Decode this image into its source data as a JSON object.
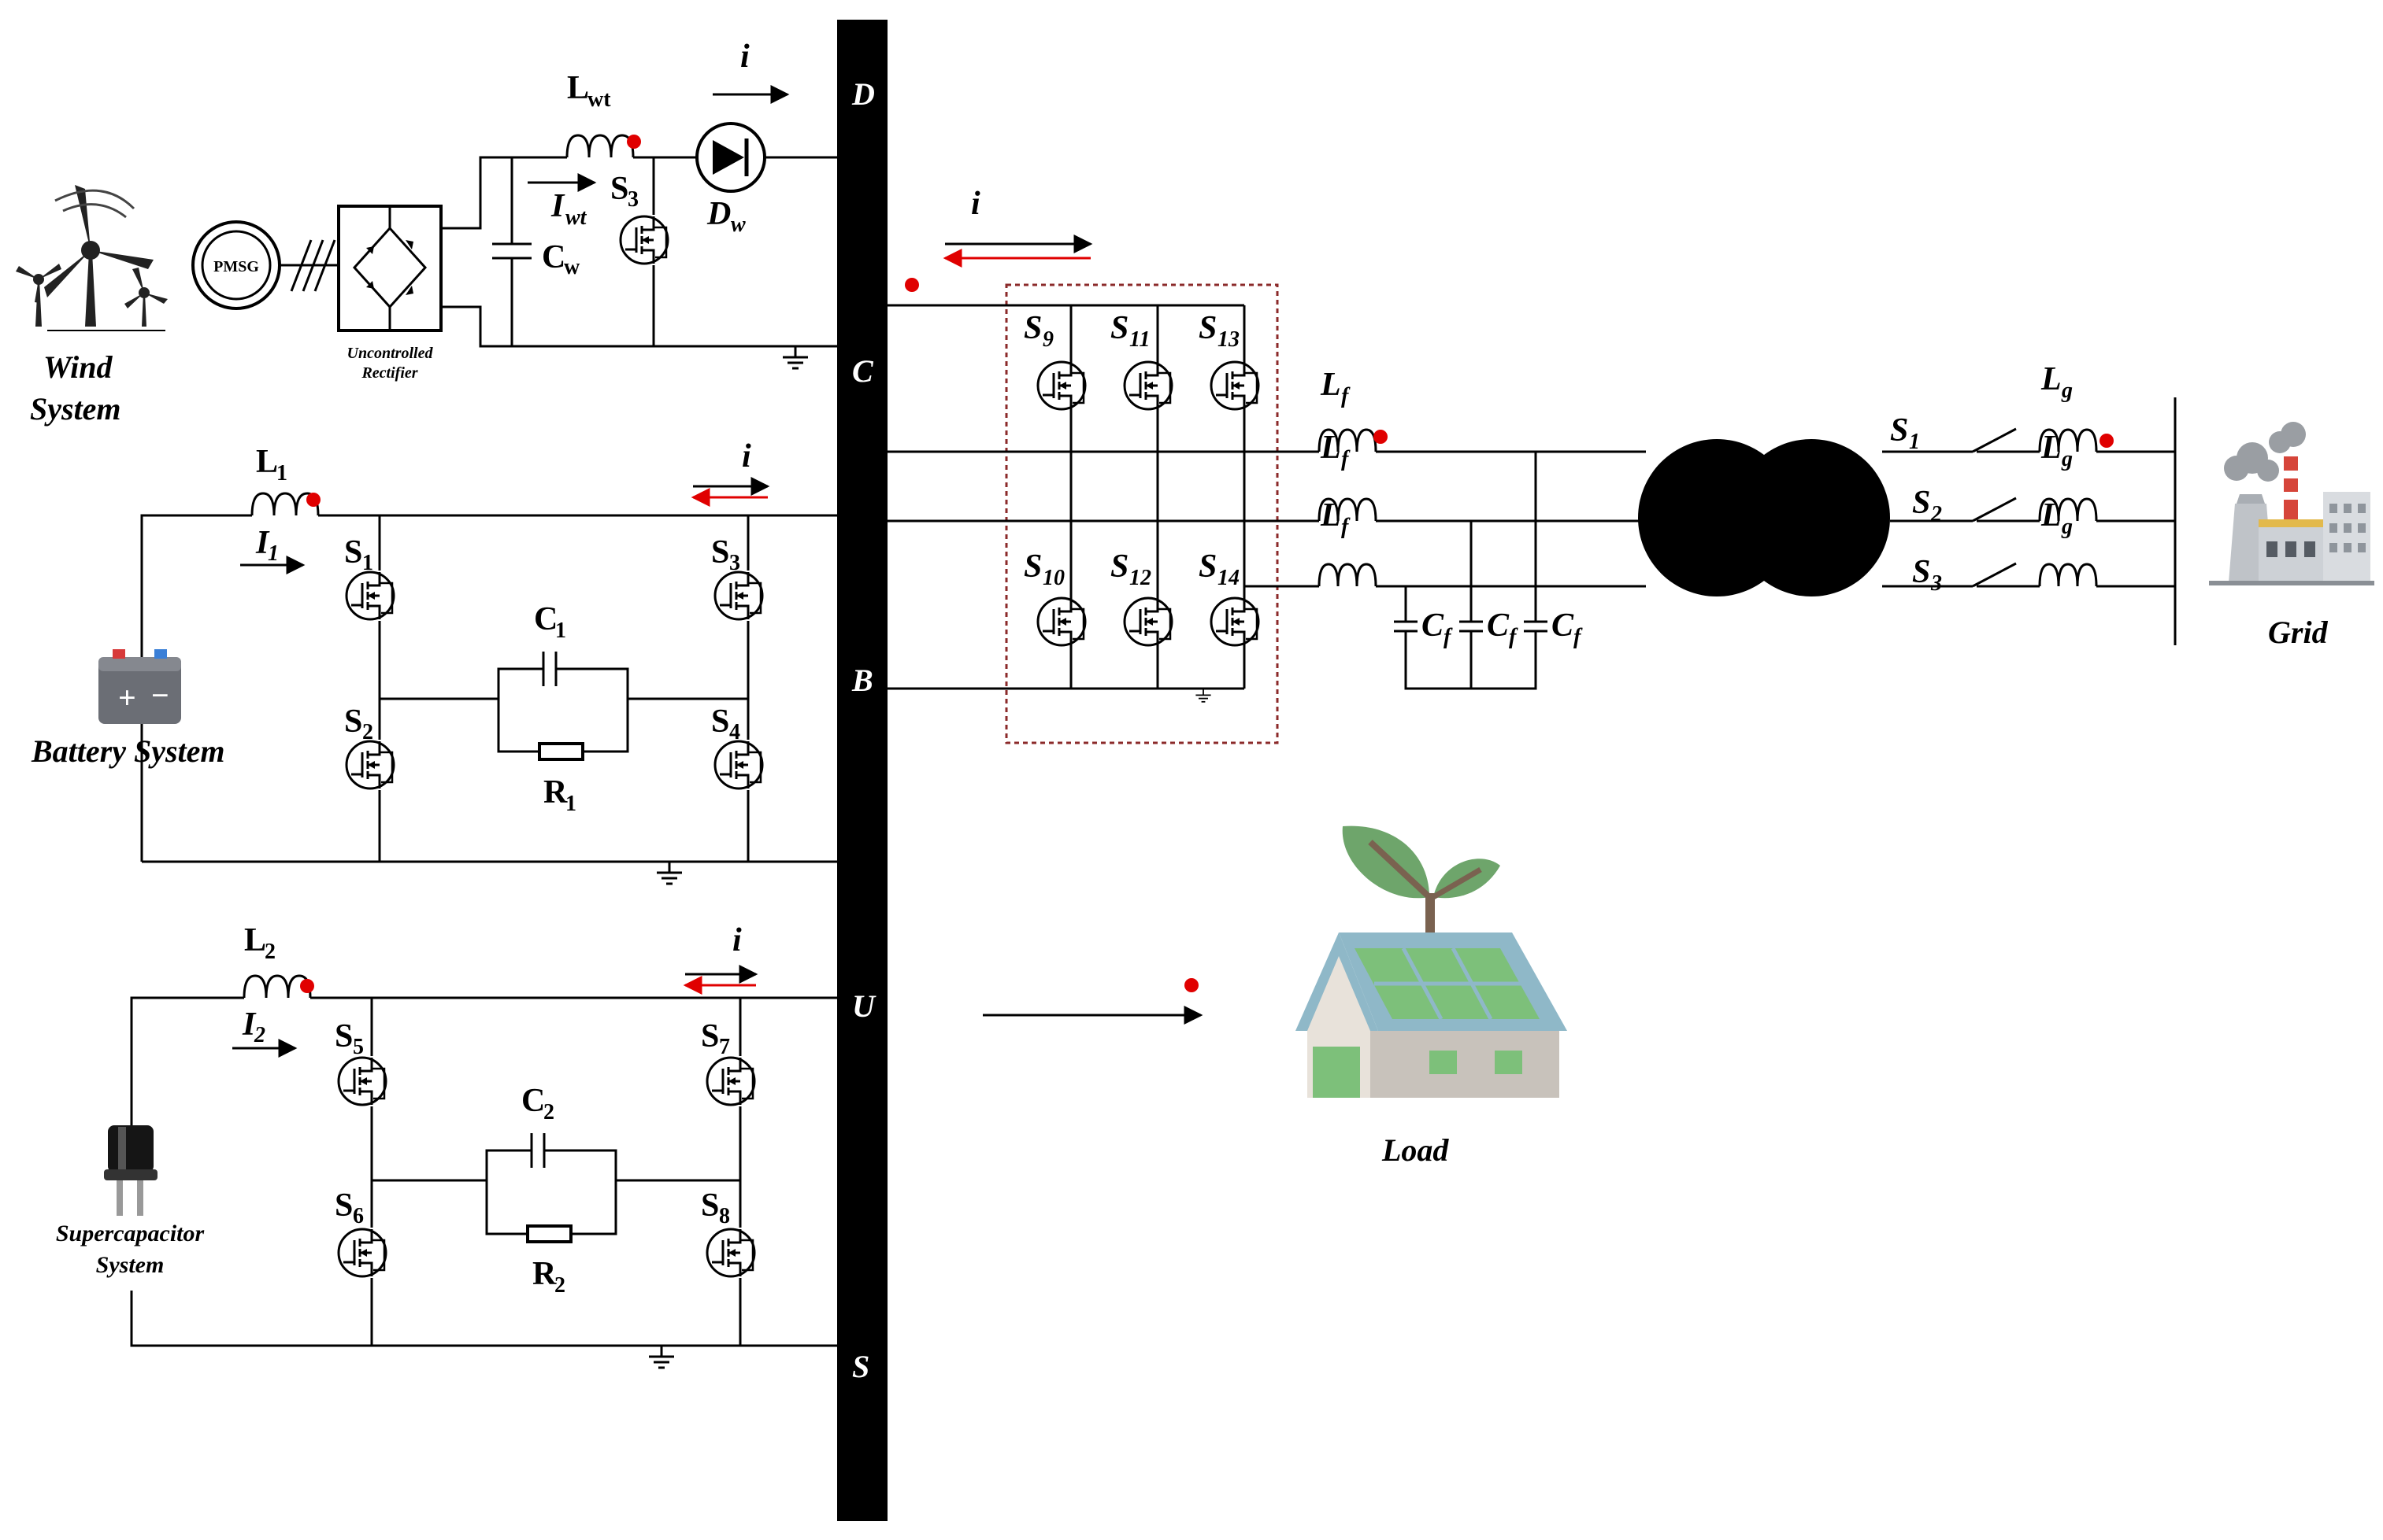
{
  "bus_labels": [
    "D",
    "C",
    "B",
    "U",
    "S"
  ],
  "wind": {
    "name_line1": "Wind",
    "name_line2": "System",
    "generator": "PMSG",
    "rectifier_line1": "Uncontrolled",
    "rectifier_line2": "Rectifier",
    "inductor": "L",
    "inductor_sub": "wt",
    "current": "I",
    "current_sub": "wt",
    "switch": "S",
    "switch_sub": "3",
    "capacitor": "C",
    "capacitor_sub": "w",
    "diode": "D",
    "diode_sub": "w",
    "flow": "i"
  },
  "battery": {
    "name": "Battery System",
    "inductor": "L",
    "inductor_sub": "1",
    "current": "I",
    "current_sub": "1",
    "flow": "i",
    "switches": [
      {
        "s": "S",
        "n": "1"
      },
      {
        "s": "S",
        "n": "2"
      },
      {
        "s": "S",
        "n": "3"
      },
      {
        "s": "S",
        "n": "4"
      }
    ],
    "capacitor": "C",
    "capacitor_sub": "1",
    "resistor": "R",
    "resistor_sub": "1"
  },
  "supercap": {
    "name_line1": "Supercapacitor",
    "name_line2": "System",
    "inductor": "L",
    "inductor_sub": "2",
    "current": "I",
    "current_sub": "2",
    "flow": "i",
    "switches": [
      {
        "s": "S",
        "n": "5"
      },
      {
        "s": "S",
        "n": "6"
      },
      {
        "s": "S",
        "n": "7"
      },
      {
        "s": "S",
        "n": "8"
      }
    ],
    "capacitor": "C",
    "capacitor_sub": "2",
    "resistor": "R",
    "resistor_sub": "2"
  },
  "inverter": {
    "flow": "i",
    "switches": [
      {
        "s": "S",
        "n": "9"
      },
      {
        "s": "S",
        "n": "11"
      },
      {
        "s": "S",
        "n": "13"
      },
      {
        "s": "S",
        "n": "10"
      },
      {
        "s": "S",
        "n": "12"
      },
      {
        "s": "S",
        "n": "14"
      }
    ]
  },
  "filter": {
    "inductor": "L",
    "inductor_sub": "f",
    "capacitor": "C",
    "capacitor_sub": "f"
  },
  "grid": {
    "name": "Grid",
    "inductor": "L",
    "inductor_sub": "g",
    "switches": [
      {
        "s": "S",
        "n": "1"
      },
      {
        "s": "S",
        "n": "2"
      },
      {
        "s": "S",
        "n": "3"
      }
    ]
  },
  "load": {
    "name": "Load"
  },
  "colors": {
    "wire": "#000000",
    "marker": "#e00000",
    "inverter_box": "#8b2a2a",
    "house_roof": "#8fb8c8",
    "house_panel": "#7dc07a",
    "house_wall": "#e8e2da",
    "house_wall_right": "#c8c2bb",
    "plant": "#6ea56b"
  }
}
